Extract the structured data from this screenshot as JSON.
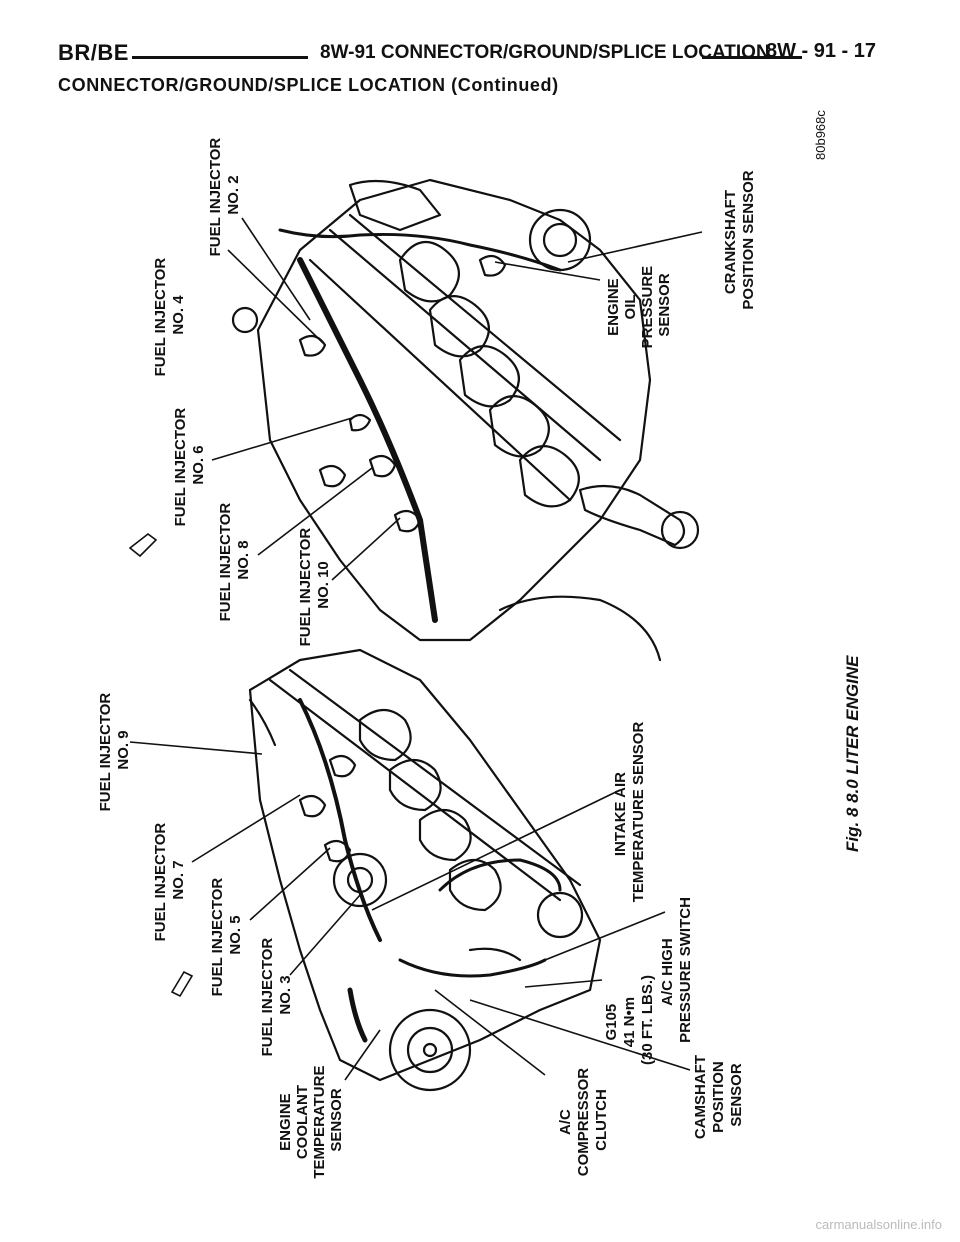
{
  "header": {
    "model": "BR/BE",
    "section_title": "8W-91 CONNECTOR/GROUND/SPLICE LOCATION",
    "page_number": "8W - 91 - 17"
  },
  "subheader": "CONNECTOR/GROUND/SPLICE LOCATION (Continued)",
  "figure": {
    "caption": "Fig. 8 8.0 LITER ENGINE",
    "image_code": "80b968c",
    "labels": {
      "fuel_injector_4": [
        "FUEL INJECTOR",
        "NO. 4"
      ],
      "fuel_injector_2": [
        "FUEL INJECTOR",
        "NO. 2"
      ],
      "crankshaft_sensor": [
        "CRANKSHAFT",
        "POSITION SENSOR"
      ],
      "oil_pressure_sensor": [
        "ENGINE",
        "OIL",
        "PRESSURE",
        "SENSOR"
      ],
      "fuel_injector_6": [
        "FUEL INJECTOR",
        "NO. 6"
      ],
      "fuel_injector_8": [
        "FUEL INJECTOR",
        "NO. 8"
      ],
      "fuel_injector_10": [
        "FUEL INJECTOR",
        "NO. 10"
      ],
      "fuel_injector_9": [
        "FUEL INJECTOR",
        "NO. 9"
      ],
      "fuel_injector_7": [
        "FUEL INJECTOR",
        "NO. 7"
      ],
      "fuel_injector_5": [
        "FUEL INJECTOR",
        "NO. 5"
      ],
      "fuel_injector_3": [
        "FUEL INJECTOR",
        "NO. 3"
      ],
      "intake_air_temp": [
        "INTAKE AIR",
        "TEMPERATURE SENSOR"
      ],
      "ac_high_pressure": [
        "A/C HIGH",
        "PRESSURE SWITCH"
      ],
      "g105": [
        "G105",
        "41 N•m",
        "(30 FT. LBS.)"
      ],
      "coolant_temp": [
        "ENGINE",
        "COOLANT",
        "TEMPERATURE",
        "SENSOR"
      ],
      "ac_clutch": [
        "A/C",
        "COMPRESSOR",
        "CLUTCH"
      ],
      "camshaft_sensor": [
        "CAMSHAFT",
        "POSITION",
        "SENSOR"
      ]
    }
  },
  "footer": "carmanualsonline.info"
}
